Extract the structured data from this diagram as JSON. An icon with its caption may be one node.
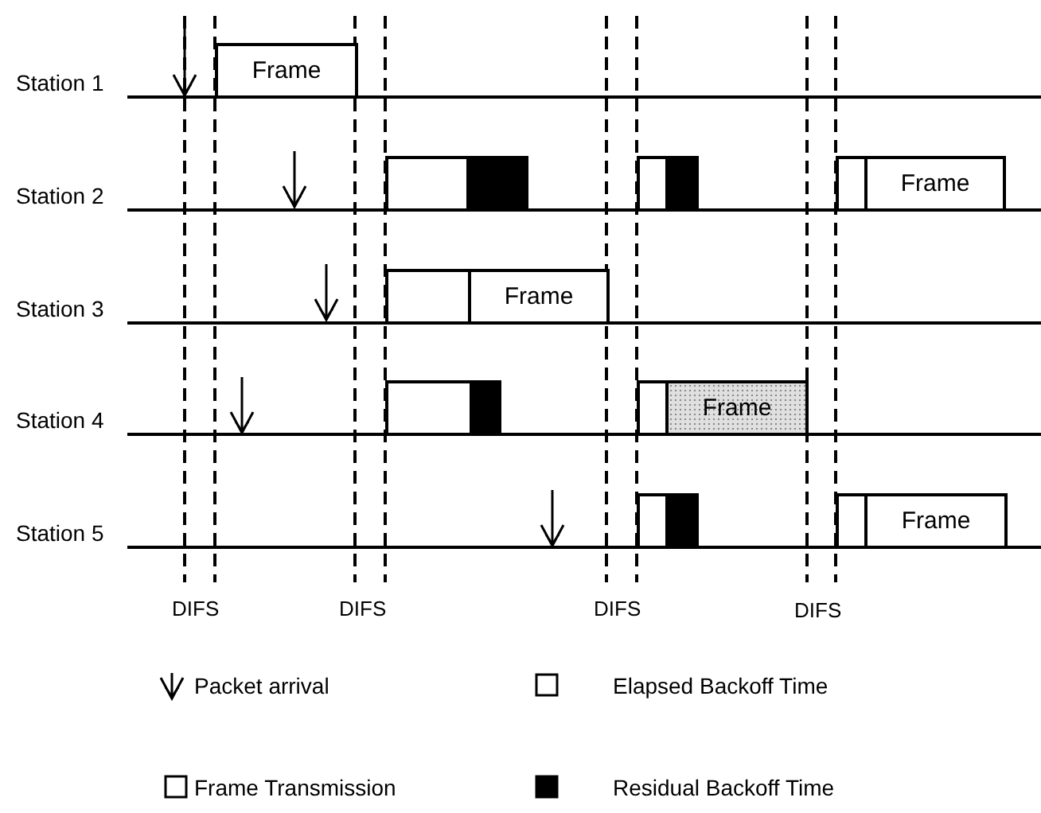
{
  "diagram": {
    "nodes": [
      {
        "text": [
          "Frame"
        ]
      },
      {
        "text": [],
        "shape": "box"
      },
      {
        "text": [],
        "shape": "box"
      },
      {
        "text": [],
        "shape": "box"
      },
      {
        "text": [],
        "shape": "box"
      },
      {
        "text": [],
        "shape": "box"
      },
      {
        "text": [
          "Frame"
        ]
      },
      {
        "text": [],
        "shape": "box"
      },
      {
        "text": [
          "Frame"
        ]
      },
      {
        "text": [],
        "shape": "box"
      },
      {
        "text": [],
        "shape": "box"
      },
      {
        "text": [],
        "shape": "box"
      },
      {
        "text": [
          "Frame"
        ]
      },
      {
        "text": [],
        "shape": "box"
      },
      {
        "text": [],
        "shape": "box"
      },
      {
        "text": [],
        "shape": "box"
      },
      {
        "text": [
          "Frame"
        ]
      }
    ],
    "labels": [
      "Station 1",
      "Station 2",
      "Station 3",
      "Station 4",
      "Station 5",
      "DIFS",
      "DIFS",
      "DIFS",
      "DIFS"
    ],
    "legend": [
      {
        "text": "Packet arrival"
      },
      {
        "text": "Elapsed Backoff Time",
        "color": "#ffffff"
      },
      {
        "text": "Frame Transmission",
        "color": "#ffffff"
      },
      {
        "text": "Residual Backoff Time",
        "color": "#000000"
      }
    ]
  }
}
